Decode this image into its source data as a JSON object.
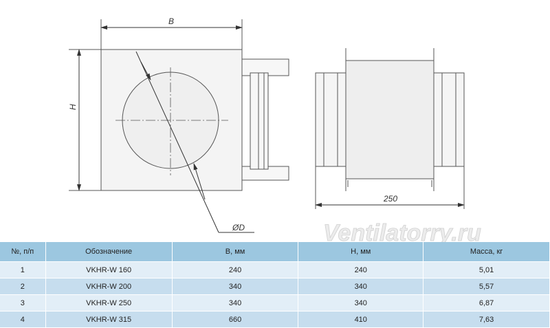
{
  "drawing": {
    "dim_width": "B",
    "dim_height": "H",
    "dim_diameter": "ØD",
    "dim_length": "250",
    "watermark": "Ventilatorry.ru"
  },
  "table": {
    "headers": [
      "№, п/п",
      "Обозначение",
      "В, мм",
      "Н, мм",
      "Масса, кг"
    ],
    "rows": [
      [
        "1",
        "VKHR-W 160",
        "240",
        "240",
        "5,01"
      ],
      [
        "2",
        "VKHR-W 200",
        "340",
        "340",
        "5,57"
      ],
      [
        "3",
        "VKHR-W 250",
        "340",
        "340",
        "6,87"
      ],
      [
        "4",
        "VKHR-W 315",
        "660",
        "410",
        "7,63"
      ]
    ]
  },
  "colors": {
    "header_bg": "#9cc7e0",
    "row_light": "#e2eef7",
    "row_dark": "#c6ddee",
    "line": "#444444"
  }
}
